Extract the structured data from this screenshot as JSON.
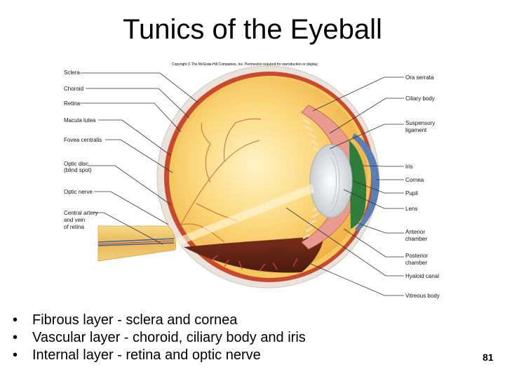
{
  "slide": {
    "title": "Tunics of the Eyeball",
    "page_number": "81"
  },
  "figure": {
    "copyright": "Copyright © The McGraw-Hill Companies, Inc. Permission required for reproduction or display.",
    "labels_left": {
      "sclera": "Sclera",
      "choroid": "Choroid",
      "retina": "Retina",
      "macula_lutea": "Macula lutea",
      "fovea_centralis": "Fovea centralis",
      "optic_disc_1": "Optic disc",
      "optic_disc_2": "(blind spot)",
      "optic_nerve": "Optic nerve",
      "central_artery_1": "Central artery",
      "central_artery_2": "and vein",
      "central_artery_3": "of retina"
    },
    "labels_right": {
      "ora_serrata": "Ora serrata",
      "ciliary_body": "Ciliary body",
      "suspensory_1": "Suspensory",
      "suspensory_2": "ligament",
      "iris": "Iris",
      "cornea": "Cornea",
      "pupil": "Pupil",
      "lens": "Lens",
      "anterior_1": "Anterior",
      "anterior_2": "chamber",
      "posterior_1": "Posterior",
      "posterior_2": "chamber",
      "hyaloid_canal": "Hyaloid canal",
      "vitreous_body": "Vitreous body"
    }
  },
  "bullets": [
    {
      "marker": "•",
      "text": "Fibrous layer - sclera and cornea"
    },
    {
      "marker": "•",
      "text": "Vascular layer - choroid, ciliary body and iris"
    },
    {
      "marker": "•",
      "text": "Internal layer - retina and optic nerve"
    }
  ]
}
